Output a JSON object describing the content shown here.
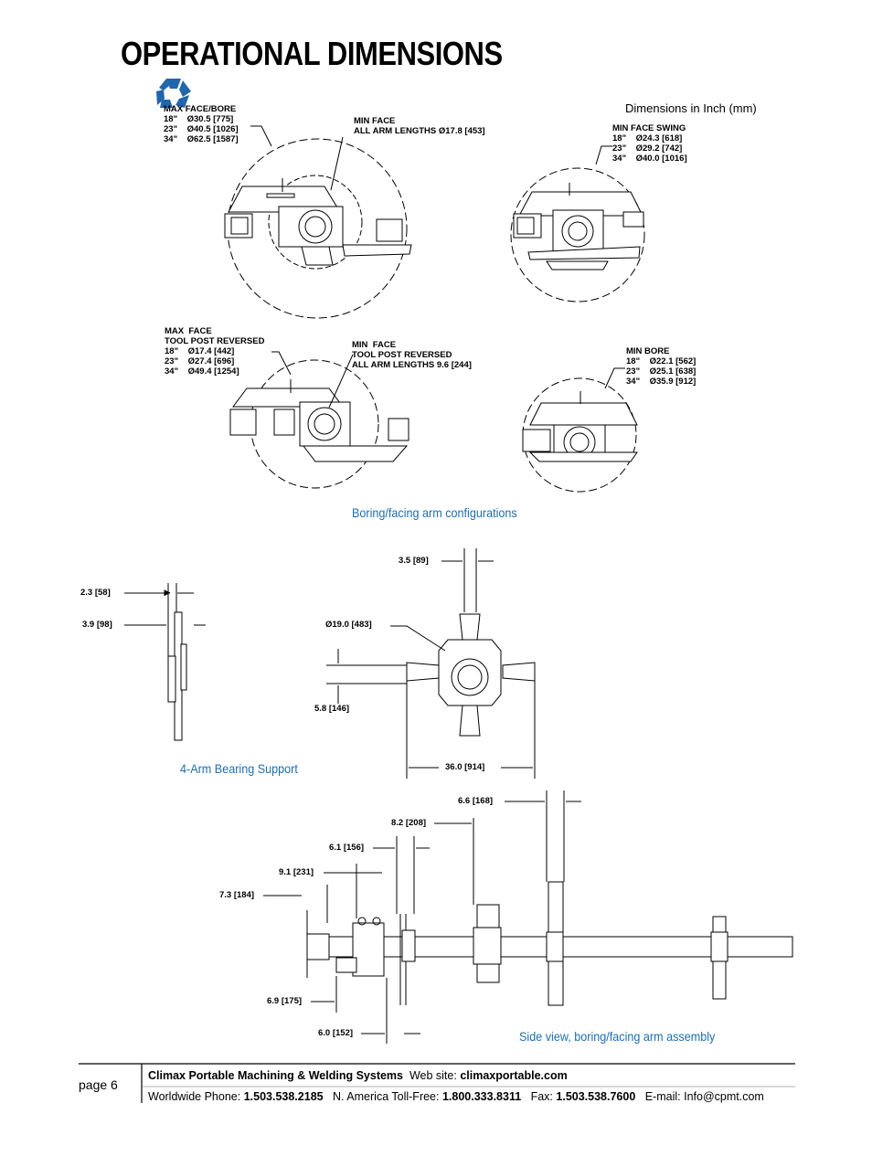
{
  "header": {
    "title": "OPERATIONAL DIMENSIONS",
    "units_note": "Dimensions in Inch (mm)"
  },
  "configs": {
    "max_face_bore": {
      "title": "MAX FACE/BORE",
      "rows": [
        "18\"    Ø30.5 [775]",
        "23\"    Ø40.5 [1026]",
        "34\"    Ø62.5 [1587]"
      ]
    },
    "min_face": {
      "title": "MIN FACE",
      "sub": "ALL ARM LENGTHS Ø17.8 [453]"
    },
    "min_face_swing": {
      "title": "MIN FACE SWING",
      "rows": [
        "18\"    Ø24.3 [618]",
        "23\"    Ø29.2 [742]",
        "34\"    Ø40.0 [1016]"
      ]
    },
    "max_face_reversed": {
      "title": "MAX  FACE",
      "sub": "TOOL POST REVERSED",
      "rows": [
        "18\"    Ø17.4 [442]",
        "23\"    Ø27.4 [696]",
        "34\"    Ø49.4 [1254]"
      ]
    },
    "min_face_reversed": {
      "title": "MIN  FACE",
      "sub": "TOOL POST REVERSED",
      "sub2": "ALL ARM LENGTHS 9.6 [244]"
    },
    "min_bore": {
      "title": "MIN BORE",
      "rows": [
        "18\"    Ø22.1 [562]",
        "23\"    Ø25.1 [638]",
        "34\"    Ø35.9 [912]"
      ]
    },
    "caption": "Boring/facing arm configurations"
  },
  "bearing_support": {
    "caption": "4-Arm Bearing Support",
    "dims": {
      "d1": "2.3 [58]",
      "d2": "3.9 [98]",
      "d3": "3.5 [89]",
      "d4": "Ø19.0 [483]",
      "d5": "5.8 [146]",
      "d6": "36.0 [914]"
    }
  },
  "side_view": {
    "caption": "Side view, boring/facing arm assembly",
    "dims": {
      "d1": "6.6 [168]",
      "d2": "8.2 [208]",
      "d3": "6.1 [156]",
      "d4": "9.1 [231]",
      "d5": "7.3 [184]",
      "d6": "6.9 [175]",
      "d7": "6.0 [152]"
    }
  },
  "footer": {
    "page": "page 6",
    "company": "Climax Portable Machining & Welding Systems",
    "website_label": "Web site:",
    "website": "climaxportable.com",
    "phone_label": "Worldwide Phone:",
    "phone": "1.503.538.2185",
    "tollfree_label": "N. America Toll-Free:",
    "tollfree": "1.800.333.8311",
    "fax_label": "Fax:",
    "fax": "1.503.538.7600",
    "email_label": "E-mail:",
    "email": "Info@cpmt.com"
  },
  "colors": {
    "accent": "#1a6fb8",
    "ink": "#000000"
  }
}
